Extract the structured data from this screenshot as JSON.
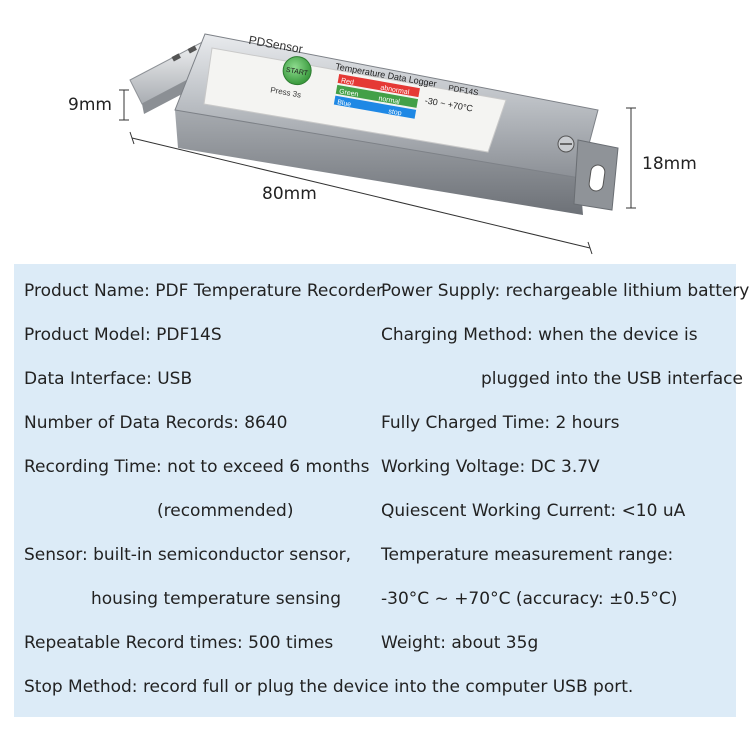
{
  "device": {
    "brand": "PDSensor",
    "start_button": "START",
    "press_hint": "Press 3s",
    "title": "Temperature Data Logger",
    "model": "PDF14S",
    "range": "-30 ~ +70°C",
    "legend": [
      {
        "color": "Red",
        "meaning": "abnormal",
        "hex": "#e53935"
      },
      {
        "color": "Green",
        "meaning": "normal",
        "hex": "#43a047"
      },
      {
        "color": "Blue",
        "meaning": "stop",
        "hex": "#1e88e5"
      }
    ]
  },
  "dimensions": {
    "height": "9mm",
    "length": "80mm",
    "width": "18mm"
  },
  "specs": {
    "product_name": "Product Name: PDF Temperature Recorder",
    "product_model": "Product Model: PDF14S",
    "data_interface": "Data Interface: USB",
    "records": "Number of Data Records: 8640",
    "recording_time_1": "Recording Time: not to exceed 6 months",
    "recording_time_2": "(recommended)",
    "sensor_1": "Sensor: built-in semiconductor sensor,",
    "sensor_2": "housing temperature sensing",
    "repeatable": "Repeatable Record times: 500 times",
    "stop_method": "Stop Method: record full or plug the device into the computer USB port.",
    "power_supply": "Power Supply: rechargeable lithium battery",
    "charging_1": "Charging Method: when the device is",
    "charging_2": "plugged into the USB interface",
    "charged_time": "Fully Charged Time: 2 hours",
    "voltage": "Working Voltage: DC 3.7V",
    "current": "Quiescent Working Current: <10 uA",
    "range_1": "Temperature measurement range:",
    "range_2": "-30°C ~ +70°C (accuracy:  ±0.5°C)",
    "weight": "Weight: about 35g"
  },
  "colors": {
    "panel_bg": "#dcebf7",
    "metal": "#9a9ea3",
    "button_green": "#4caf50"
  }
}
